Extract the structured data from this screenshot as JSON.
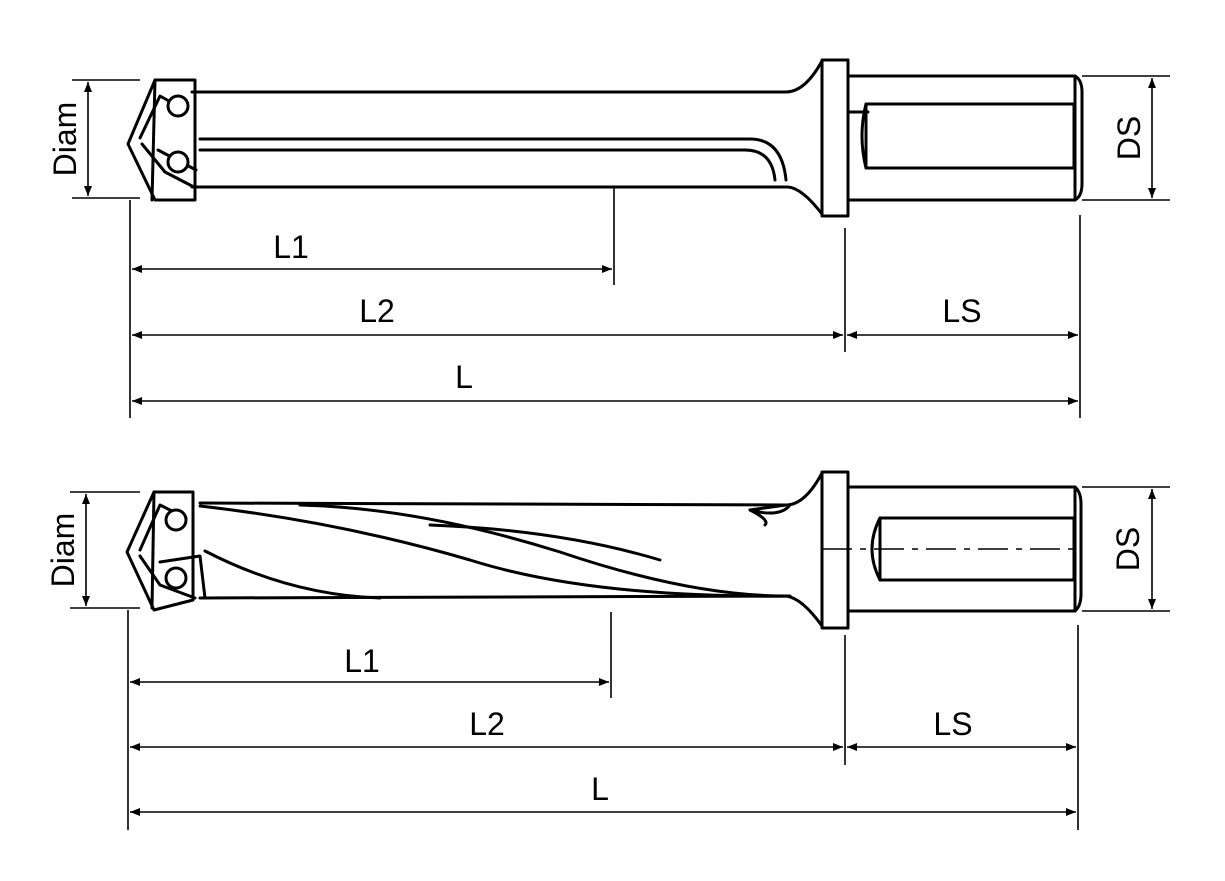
{
  "labels": {
    "diam": "Diam",
    "ds": "DS",
    "l1": "L1",
    "l2": "L2",
    "ls": "LS",
    "l": "L"
  },
  "colors": {
    "line": "#000000",
    "background": "#ffffff"
  },
  "tools": [
    {
      "id": "straight-flute-drill"
    },
    {
      "id": "helical-flute-drill"
    }
  ]
}
